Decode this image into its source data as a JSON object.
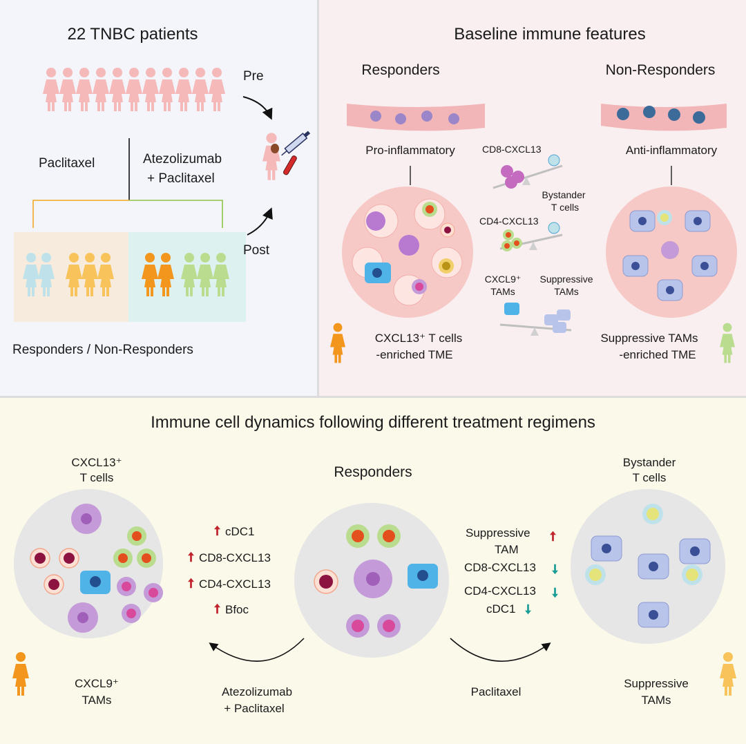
{
  "panel_a": {
    "title": "22 TNBC patients",
    "pre": "Pre",
    "post": "Post",
    "arm_left": "Paclitaxel",
    "arm_right_1": "Atezolizumab",
    "arm_right_2": "+ Paclitaxel",
    "footer": "Responders / Non-Responders"
  },
  "panel_b": {
    "title": "Baseline immune features",
    "responders": "Responders",
    "non_responders": "Non-Responders",
    "pro": "Pro-inflammatory",
    "anti": "Anti-inflammatory",
    "cd8": "CD8-CXCL13",
    "cd4": "CD4-CXCL13",
    "bystander_1": "Bystander",
    "bystander_2": "T cells",
    "cxcl9_1": "CXCL9⁺",
    "cxcl9_2": "TAMs",
    "supp_1": "Suppressive",
    "supp_2": "TAMs",
    "left_caption_1": "CXCL13⁺ T cells",
    "left_caption_2": "-enriched TME",
    "right_caption_1": "Suppressive TAMs",
    "right_caption_2": "-enriched TME"
  },
  "panel_c": {
    "title": "Immune cell dynamics following different treatment regimens",
    "left_top_1": "CXCL13⁺",
    "left_top_2": "T cells",
    "left_bottom_1": "CXCL9⁺",
    "left_bottom_2": "TAMs",
    "center": "Responders",
    "right_top_1": "Bystander",
    "right_top_2": "T cells",
    "right_bottom_1": "Suppressive",
    "right_bottom_2": "TAMs",
    "up_items": [
      "cDC1",
      "CD8-CXCL13",
      "CD4-CXCL13",
      "Bfoc"
    ],
    "down_item_1a": "Suppressive",
    "down_item_1b": "TAM",
    "down_items": [
      "CD8-CXCL13",
      "CD4-CXCL13",
      "cDC1"
    ],
    "arrow_left_1": "Atezolizumab",
    "arrow_left_2": "+ Paclitaxel",
    "arrow_right": "Paclitaxel"
  },
  "colors": {
    "pink_person": "#f4b9b8",
    "responder_light": "#bfe2ea",
    "responder_yellow": "#f7c35a",
    "orange": "#f3961e",
    "green": "#b9dc8f",
    "purple_cell": "#c49ad8",
    "blue_tam": "#4fb3e8",
    "up_arrow": "#c0232c",
    "down_arrow": "#1a9c96"
  }
}
